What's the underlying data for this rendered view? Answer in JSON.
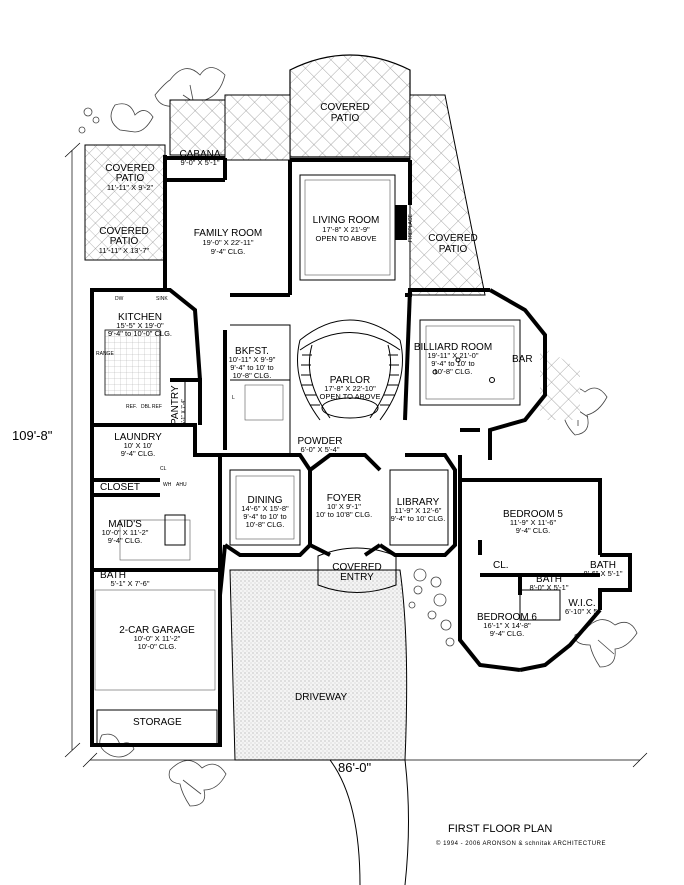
{
  "plan_title": "FIRST FLOOR PLAN",
  "copyright": "© 1994 - 2006 ARONSON & schnitak ARCHITECTURE",
  "dimensions": {
    "overall_depth": "109'-8\"",
    "overall_width": "86'-0\""
  },
  "rooms": {
    "covered_patio_top": {
      "name_1": "COVERED",
      "name_2": "PATIO"
    },
    "cabana": {
      "name": "CABANA",
      "dim": "9'-0\" X 5'-1\""
    },
    "covered_patio_left1": {
      "name_1": "COVERED",
      "name_2": "PATIO",
      "dim": "11'-11\" X 9'-2\""
    },
    "covered_patio_left2": {
      "name_1": "COVERED",
      "name_2": "PATIO",
      "dim": "11'-11\" X 13'-7\""
    },
    "family_room": {
      "name": "FAMILY ROOM",
      "dim": "19'-0\" X 22'-11\"",
      "clg": "9'-4\" CLG."
    },
    "living_room": {
      "name": "LIVING ROOM",
      "dim": "17'-8\" X 21'-9\"",
      "clg": "OPEN TO ABOVE"
    },
    "covered_patio_right": {
      "name_1": "COVERED",
      "name_2": "PATIO"
    },
    "kitchen": {
      "name": "KITCHEN",
      "dim": "15'-5\" X 19'-0\"",
      "clg": "9'-4\" to 10'-0\" CLG."
    },
    "bkfst": {
      "name": "BKFST.",
      "dim": "10'-11\" X 9'-9\"",
      "clg_1": "9'-4\" to 10' to",
      "clg_2": "10'-8\" CLG."
    },
    "parlor": {
      "name": "PARLOR",
      "dim": "17'-8\" X 22'-10\"",
      "clg": "OPEN TO ABOVE"
    },
    "billiard_room": {
      "name": "BILLIARD ROOM",
      "dim": "19'-11\" X 21'-0\"",
      "clg_1": "9'-4\" to 10' to",
      "clg_2": "10'-8\" CLG."
    },
    "bar": {
      "name": "BAR"
    },
    "pantry": {
      "name": "PANTRY",
      "dim": "5'-1\" X 7'-4\""
    },
    "laundry": {
      "name": "LAUNDRY",
      "dim": "10' X 10'",
      "clg": "9'-4\" CLG."
    },
    "powder": {
      "name": "POWDER",
      "dim": "6'-0\" X 5'-4\""
    },
    "closet": {
      "name": "CLOSET"
    },
    "dining": {
      "name": "DINING",
      "dim": "14'-6\" X 15'-8\"",
      "clg_1": "9'-4\" to 10' to",
      "clg_2": "10'-8\" CLG."
    },
    "foyer": {
      "name": "FOYER",
      "dim": "10' X 9'-1\"",
      "clg": "10' to 10'8\" CLG."
    },
    "library": {
      "name": "LIBRARY",
      "dim": "11'-9\" X 12'-6\"",
      "clg": "9'-4\" to 10' CLG."
    },
    "bedroom_5": {
      "name": "BEDROOM 5",
      "dim": "11'-9\" X 11'-6\"",
      "clg": "9'-4\" CLG."
    },
    "maids": {
      "name": "MAID'S",
      "dim": "10'-0\" X 11'-2\"",
      "clg": "9'-4\" CLG."
    },
    "covered_entry": {
      "name_1": "COVERED",
      "name_2": "ENTRY"
    },
    "bath_left": {
      "name": "BATH",
      "dim": "5'-1\" X 7'-6\""
    },
    "cl": {
      "name": "CL."
    },
    "bath_center": {
      "name": "BATH",
      "dim": "8'-0\" X 5'-1\""
    },
    "bath_right": {
      "name": "BATH",
      "dim": "8'-6\" X 5'-1\""
    },
    "wic": {
      "name": "W.I.C.",
      "dim": "6'-10\" X 5'"
    },
    "bedroom_6": {
      "name": "BEDROOM 6",
      "dim": "16'-1\" X 14'-8\"",
      "clg": "9'-4\" CLG."
    },
    "garage": {
      "name": "2-CAR GARAGE",
      "dim": "10'-0\" X 11'-2\"",
      "clg": "10'-0\" CLG."
    },
    "driveway": {
      "name": "DRIVEWAY"
    },
    "storage": {
      "name": "STORAGE"
    }
  },
  "small_labels": {
    "sink": "SINK",
    "dw": "DW",
    "range": "RANGE",
    "ref": "REF.",
    "dbl_ref": "DBL REF",
    "fireplace": "FIREPLACE",
    "wh": "WH",
    "ahu": "AHU",
    "cl_small": "CL",
    "l_mark": "L"
  }
}
